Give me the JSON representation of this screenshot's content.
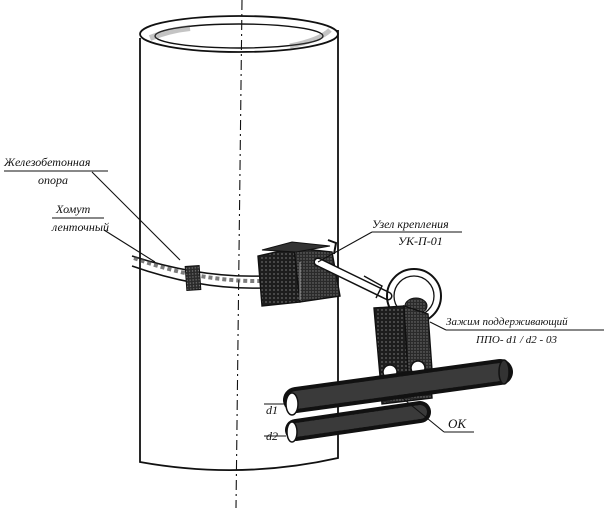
{
  "labels": {
    "support": [
      "Железобетонная",
      "опора"
    ],
    "clamp": [
      "Хомут",
      "ленточный"
    ],
    "mount": [
      "Узел крепления",
      "УК-П-01"
    ],
    "suspension": [
      "Зажим поддерживающий",
      "ППО- d1 / d2 - 03"
    ],
    "d1": "d1",
    "d2": "d2",
    "cable": "ОК"
  }
}
